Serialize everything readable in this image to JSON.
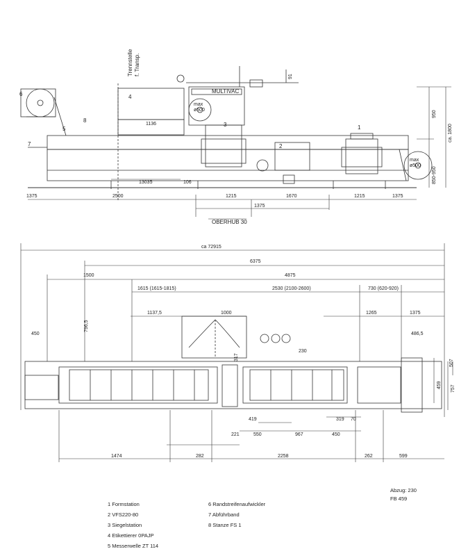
{
  "top_view": {
    "vertical_label_1": "Trennstelle",
    "vertical_label_2": "f. Transp.",
    "dim_91": "91",
    "label_c1": "Ø",
    "roll_label_left": "max\nø500",
    "roll_label_right": "max\nø500",
    "maker_plate": "MULTIVAC",
    "station_4": "4",
    "station_6": "6",
    "station_5": "5",
    "station_8": "8",
    "station_7": "7",
    "station_3": "3",
    "station_1": "1",
    "station_2": "2",
    "dim_1136": "1136",
    "dim_950": "950",
    "dim_1800": "ca. 1800",
    "dim_850": "850-950",
    "dim_130": "13035",
    "dim_106": "106",
    "dim_1375_left": "1375",
    "dim_2500": "2500",
    "dim_1215_a": "1215",
    "dim_1670": "1670",
    "dim_1215_b": "1215",
    "dim_1375_right": "1375",
    "dim_1375_mid": "1375",
    "oberhub": "OBERHUB 30"
  },
  "plan_view": {
    "dim_total": "ca 72915",
    "dim_6375": "6375",
    "dim_1500": "1500",
    "dim_4875": "4875",
    "dim_1615": "1615 (1615-1815)",
    "dim_2530": "2530 (2100-2600)",
    "dim_730": "730 (620-920)",
    "dim_1137": "1137,5",
    "dim_1000": "1000",
    "dim_1265": "1265",
    "dim_1375": "1375",
    "dim_7965": "796,5",
    "dim_450": "450",
    "dim_4865": "486,5",
    "dim_230": "230",
    "dim_317": "317",
    "dim_507": "507",
    "dim_459": "459",
    "dim_757": "757",
    "dim_419": "419",
    "dim_319": "319",
    "dim_70": "70",
    "dim_221": "221",
    "dim_550": "550",
    "dim_967": "967",
    "dim_450b": "450",
    "dim_1474": "1474",
    "dim_282": "282",
    "dim_2258": "2258",
    "dim_262": "262",
    "dim_599": "599"
  },
  "legend_left": [
    "1 Formstation",
    "2 VFS220-80",
    "3 Siegelstation",
    "4 Etikettierer 0PAJP",
    "5 Messerwelle ZT 114"
  ],
  "legend_right": [
    "6 Randstreifenaufwickler",
    "7 Abführband",
    "8 Stanze FS 1"
  ],
  "stamp": {
    "line1": "Abzug: 230",
    "line2": "FB 459"
  }
}
